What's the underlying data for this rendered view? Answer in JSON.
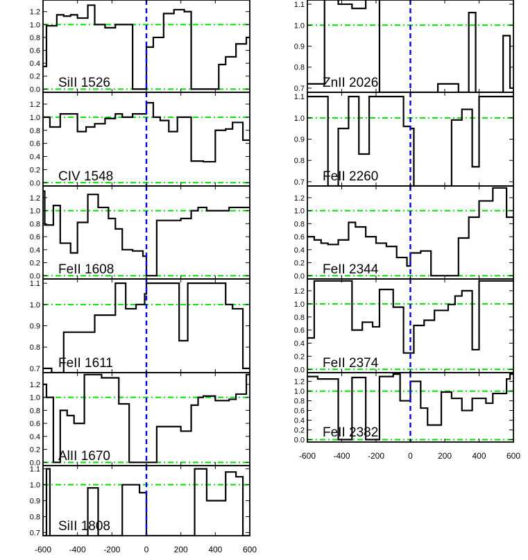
{
  "colors": {
    "spectrum": "#000000",
    "zero_line": "#0000dd",
    "reference_line": "#00dd00",
    "frame": "#000000",
    "background": "#ffffff"
  },
  "chart_data": [
    {
      "type": "line",
      "title": "SiII 1526",
      "xlim": [
        -600,
        600
      ],
      "ylim": [
        -0.05,
        1.38
      ],
      "yticks": [
        "0.0",
        "0.2",
        "0.4",
        "0.6",
        "0.8",
        "1.0",
        "1.2"
      ],
      "yticks_values": [
        0,
        0.2,
        0.4,
        0.6,
        0.8,
        1.0,
        1.2
      ],
      "reference_lines": [
        0.0,
        1.0
      ],
      "x": [
        -600,
        -580,
        -520,
        -480,
        -440,
        -400,
        -340,
        -300,
        -240,
        -180,
        -120,
        -80,
        -30,
        0,
        40,
        100,
        160,
        220,
        260,
        300,
        340,
        380,
        420,
        460,
        520,
        580
      ],
      "y": [
        0.35,
        0.98,
        1.15,
        1.13,
        1.15,
        1.1,
        1.3,
        1.0,
        0.95,
        1.0,
        1.0,
        0.0,
        0.0,
        0.65,
        0.8,
        1.17,
        1.23,
        1.2,
        0.0,
        0.0,
        0.0,
        0.0,
        0.38,
        0.5,
        0.7,
        0.8
      ]
    },
    {
      "type": "line",
      "title": "CIV 1548",
      "xlim": [
        -600,
        600
      ],
      "ylim": [
        -0.05,
        1.38
      ],
      "yticks": [
        "0.0",
        "0.2",
        "0.4",
        "0.6",
        "0.8",
        "1.0",
        "1.2"
      ],
      "yticks_values": [
        0,
        0.2,
        0.4,
        0.6,
        0.8,
        1.0,
        1.2
      ],
      "reference_lines": [
        0.0,
        1.0
      ],
      "x": [
        -600,
        -560,
        -500,
        -440,
        -400,
        -350,
        -300,
        -240,
        -180,
        -140,
        -80,
        0,
        40,
        80,
        130,
        180,
        260,
        330,
        400,
        460,
        500,
        560
      ],
      "y": [
        1.0,
        0.85,
        1.05,
        1.05,
        0.78,
        0.85,
        0.9,
        0.98,
        1.05,
        1.0,
        1.05,
        1.22,
        1.0,
        0.95,
        0.78,
        1.0,
        0.33,
        0.32,
        0.8,
        0.82,
        0.92,
        0.65
      ]
    },
    {
      "type": "line",
      "title": "FeII 1608",
      "xlim": [
        -600,
        600
      ],
      "ylim": [
        -0.05,
        1.38
      ],
      "yticks": [
        "0.0",
        "0.2",
        "0.4",
        "0.6",
        "0.8",
        "1.0",
        "1.2"
      ],
      "yticks_values": [
        0,
        0.2,
        0.4,
        0.6,
        0.8,
        1.0,
        1.2
      ],
      "reference_lines": [
        0.0,
        1.0
      ],
      "x": [
        -600,
        -590,
        -540,
        -500,
        -440,
        -400,
        -340,
        -280,
        -220,
        -180,
        -140,
        -80,
        -20,
        0,
        60,
        200,
        260,
        300,
        330,
        350,
        480,
        560
      ],
      "y": [
        1.3,
        0.78,
        1.08,
        0.5,
        0.35,
        0.82,
        1.25,
        1.05,
        0.88,
        0.72,
        0.4,
        0.38,
        0.3,
        0.0,
        0.85,
        0.88,
        1.0,
        1.05,
        1.05,
        1.0,
        1.05,
        1.05
      ]
    },
    {
      "type": "line",
      "title": "FeII 1611",
      "xlim": [
        -600,
        600
      ],
      "ylim": [
        0.68,
        1.12
      ],
      "yticks": [
        "0.7",
        "0.8",
        "0.9",
        "1.0",
        "1.1"
      ],
      "yticks_values": [
        0.7,
        0.8,
        0.9,
        1.0,
        1.1
      ],
      "reference_lines": [
        1.0
      ],
      "x": [
        -600,
        -590,
        -550,
        -480,
        -420,
        -300,
        -240,
        -180,
        -120,
        -80,
        -60,
        -10,
        0,
        190,
        240,
        290,
        420,
        460,
        500,
        560
      ],
      "y": [
        0.7,
        0.7,
        0.68,
        0.87,
        0.87,
        0.95,
        0.95,
        1.1,
        0.98,
        0.98,
        1.0,
        1.05,
        1.1,
        0.83,
        1.1,
        1.1,
        1.1,
        1.0,
        0.98,
        0.7
      ]
    },
    {
      "type": "line",
      "title": "AlII 1670",
      "xlim": [
        -600,
        600
      ],
      "ylim": [
        -0.05,
        1.38
      ],
      "yticks": [
        "0.0",
        "0.2",
        "0.4",
        "0.6",
        "0.8",
        "1.0",
        "1.2"
      ],
      "yticks_values": [
        0,
        0.2,
        0.4,
        0.6,
        0.8,
        1.0,
        1.2
      ],
      "reference_lines": [
        0.0,
        1.0
      ],
      "x": [
        -600,
        -580,
        -540,
        -500,
        -460,
        -420,
        -360,
        -320,
        -260,
        -160,
        -100,
        -60,
        0,
        20,
        60,
        80,
        200,
        260,
        300,
        330,
        400,
        480,
        520,
        580
      ],
      "y": [
        1.2,
        1.0,
        0.0,
        0.8,
        0.72,
        0.6,
        1.35,
        1.35,
        1.3,
        0.9,
        0.0,
        0.0,
        0.0,
        0.0,
        0.55,
        0.55,
        0.48,
        0.88,
        1.0,
        1.02,
        0.95,
        0.97,
        1.05,
        1.35
      ]
    },
    {
      "type": "line",
      "title": "SiII 1808",
      "xlim": [
        -600,
        600
      ],
      "ylim": [
        0.68,
        1.12
      ],
      "yticks": [
        "0.7",
        "0.8",
        "0.9",
        "1.0",
        "1.1"
      ],
      "yticks_values": [
        0.7,
        0.8,
        0.9,
        1.0,
        1.1
      ],
      "reference_lines": [
        1.0
      ],
      "x": [
        -600,
        -580,
        -560,
        -420,
        -340,
        -280,
        -200,
        -140,
        -40,
        0,
        20,
        80,
        150,
        280,
        350,
        460,
        520,
        560
      ],
      "y": [
        0.68,
        1.1,
        0.68,
        0.68,
        0.98,
        0.68,
        0.68,
        1.0,
        0.95,
        0.68,
        0.68,
        0.68,
        0.68,
        1.1,
        0.9,
        1.08,
        1.05,
        0.68
      ],
      "xlabel_ticks": [
        "-600",
        "-400",
        "-200",
        "0",
        "200",
        "400",
        "600"
      ],
      "xticks_values": [
        -600,
        -400,
        -200,
        0,
        200,
        400,
        600
      ]
    },
    {
      "type": "line",
      "title": "ZnII 2026",
      "xlim": [
        -600,
        600
      ],
      "ylim": [
        0.68,
        1.12
      ],
      "yticks": [
        "0.7",
        "0.8",
        "0.9",
        "1.0",
        "1.1"
      ],
      "yticks_values": [
        0.7,
        0.8,
        0.9,
        1.0,
        1.1
      ],
      "reference_lines": [
        1.0
      ],
      "x": [
        -600,
        -540,
        -500,
        -420,
        -340,
        -260,
        -180,
        -100,
        0,
        60,
        100,
        160,
        280,
        340,
        380,
        540,
        580
      ],
      "y": [
        0.72,
        0.72,
        1.2,
        1.1,
        1.08,
        1.2,
        0.68,
        0.68,
        0.68,
        0.68,
        0.68,
        0.72,
        0.68,
        1.06,
        0.68,
        0.95,
        0.7
      ]
    },
    {
      "type": "line",
      "title": "FeII 2260",
      "xlim": [
        -600,
        600
      ],
      "ylim": [
        0.68,
        1.12
      ],
      "yticks": [
        "0.7",
        "0.8",
        "0.9",
        "1.0",
        "1.1"
      ],
      "yticks_values": [
        0.7,
        0.8,
        0.9,
        1.0,
        1.1
      ],
      "reference_lines": [
        1.0
      ],
      "x": [
        -600,
        -540,
        -480,
        -420,
        -360,
        -300,
        -240,
        -180,
        -100,
        -40,
        0,
        20,
        100,
        240,
        300,
        360,
        400,
        480,
        560
      ],
      "y": [
        1.1,
        1.1,
        0.68,
        0.95,
        1.1,
        0.83,
        1.1,
        1.1,
        1.1,
        0.96,
        0.95,
        0.68,
        0.68,
        0.99,
        1.04,
        0.77,
        1.1,
        1.1,
        1.1
      ]
    },
    {
      "type": "line",
      "title": "FeII 2344",
      "xlim": [
        -600,
        600
      ],
      "ylim": [
        -0.05,
        1.38
      ],
      "yticks": [
        "0.0",
        "0.2",
        "0.4",
        "0.6",
        "0.8",
        "1.0",
        "1.2"
      ],
      "yticks_values": [
        0,
        0.2,
        0.4,
        0.6,
        0.8,
        1.0,
        1.2
      ],
      "reference_lines": [
        0.0,
        1.0
      ],
      "x": [
        -600,
        -560,
        -520,
        -480,
        -420,
        -360,
        -320,
        -260,
        -200,
        -140,
        -80,
        -20,
        0,
        60,
        120,
        200,
        280,
        340,
        400,
        480,
        560
      ],
      "y": [
        0.6,
        0.55,
        0.5,
        0.48,
        0.55,
        0.82,
        0.75,
        0.6,
        0.5,
        0.45,
        0.28,
        0.15,
        0.35,
        0.38,
        0.0,
        0.0,
        0.58,
        0.9,
        1.15,
        1.35,
        0.9
      ],
      "xlabel_ticks": [],
      "xticks_values": []
    },
    {
      "type": "line",
      "title": "FeII 2374",
      "xlim": [
        -600,
        600
      ],
      "ylim": [
        -0.05,
        1.38
      ],
      "yticks": [
        "0.0",
        "0.2",
        "0.4",
        "0.6",
        "0.8",
        "1.0",
        "1.2"
      ],
      "yticks_values": [
        0,
        0.2,
        0.4,
        0.6,
        0.8,
        1.0,
        1.2
      ],
      "reference_lines": [
        0.0,
        1.0
      ],
      "x": [
        -600,
        -560,
        -500,
        -420,
        -340,
        -280,
        -220,
        -180,
        -100,
        -40,
        0,
        20,
        80,
        140,
        220,
        260,
        300,
        360,
        400,
        460,
        520,
        580
      ],
      "y": [
        0.48,
        1.35,
        1.35,
        1.35,
        0.6,
        0.72,
        0.65,
        1.22,
        0.95,
        0.25,
        0.25,
        0.67,
        0.75,
        0.9,
        0.99,
        1.12,
        1.2,
        0.3,
        1.35,
        1.35,
        1.35,
        1.35
      ]
    },
    {
      "type": "line",
      "title": "FeII 2382",
      "xlim": [
        -600,
        600
      ],
      "ylim": [
        -0.05,
        1.38
      ],
      "yticks": [
        "0.0",
        "0.2",
        "0.4",
        "0.6",
        "0.8",
        "1.0",
        "1.2"
      ],
      "yticks_values": [
        0,
        0.2,
        0.4,
        0.6,
        0.8,
        1.0,
        1.2
      ],
      "reference_lines": [
        0.0,
        1.0
      ],
      "x": [
        -600,
        -540,
        -420,
        -340,
        -260,
        -180,
        -100,
        -60,
        0,
        20,
        60,
        100,
        180,
        240,
        300,
        360,
        440,
        480,
        560,
        580
      ],
      "y": [
        1.3,
        1.25,
        0.0,
        1.28,
        0.0,
        1.3,
        1.35,
        0.8,
        1.2,
        1.2,
        0.65,
        0.3,
        0.98,
        0.85,
        0.6,
        0.85,
        0.75,
        0.95,
        1.25,
        1.35
      ],
      "xlabel_ticks": [
        "-600",
        "-400",
        "-200",
        "0",
        "200",
        "400",
        "600"
      ],
      "xticks_values": [
        -600,
        -400,
        -200,
        0,
        200,
        400,
        600
      ]
    }
  ]
}
